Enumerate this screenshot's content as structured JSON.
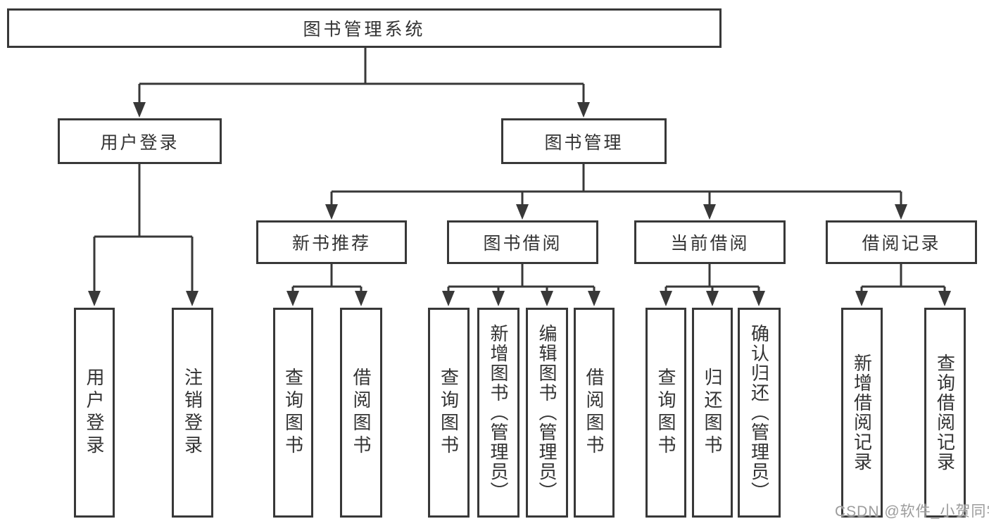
{
  "diagram": {
    "title": "图书管理系统",
    "level2": [
      {
        "label": "用户登录",
        "children": [
          {
            "label": "用户登录"
          },
          {
            "label": "注销登录"
          }
        ]
      },
      {
        "label": "图书管理",
        "children": [
          {
            "label": "新书推荐",
            "children": [
              {
                "label": "查询图书"
              },
              {
                "label": "借阅图书"
              }
            ]
          },
          {
            "label": "图书借阅",
            "children": [
              {
                "label": "查询图书"
              },
              {
                "label": "新增图书（管理员）"
              },
              {
                "label": "编辑图书（管理员）"
              },
              {
                "label": "借阅图书"
              }
            ]
          },
          {
            "label": "当前借阅",
            "children": [
              {
                "label": "查询图书"
              },
              {
                "label": "归还图书"
              },
              {
                "label": "确认归还（管理员）"
              }
            ]
          },
          {
            "label": "借阅记录",
            "children": [
              {
                "label": "新增借阅记录"
              },
              {
                "label": "查询借阅记录"
              }
            ]
          }
        ]
      }
    ],
    "watermark": "CSDN @软件_小贺同学",
    "colors": {
      "line": "#383838",
      "box_border": "#383838",
      "box_fill": "#ffffff",
      "text": "#333333",
      "watermark_gray": "#9c9c9c",
      "background": "#ffffff"
    }
  }
}
